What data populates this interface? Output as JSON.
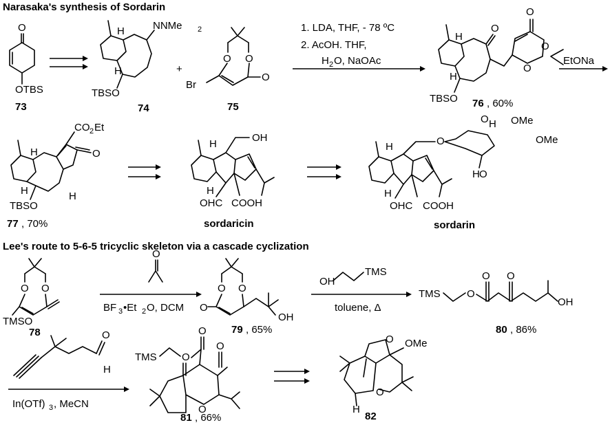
{
  "headings": {
    "narasaka": "Narasaka's synthesis of Sordarin",
    "lee": "Lee's route to 5-6-5 tricyclic skeleton via a cascade cyclization"
  },
  "compounds": {
    "c73": {
      "id": "73"
    },
    "c74": {
      "id": "74"
    },
    "c75": {
      "id": "75"
    },
    "c76": {
      "id": "76",
      "yield": ", 60%"
    },
    "c77": {
      "id": "77",
      "yield": ", 70%"
    },
    "sordaricin": {
      "name": "sordaricin"
    },
    "sordarin": {
      "name": "sordarin"
    },
    "c78": {
      "id": "78"
    },
    "c79": {
      "id": "79",
      "yield": ", 65%"
    },
    "c80": {
      "id": "80",
      "yield": ", 86%"
    },
    "c81": {
      "id": "81",
      "yield": ", 66%"
    },
    "c82": {
      "id": "82"
    }
  },
  "atoms": {
    "O": "O",
    "OTBS": "OTBS",
    "TBSO": "TBSO",
    "H": "H",
    "NNMe2": "NNMe",
    "sub2": "2",
    "Br": "Br",
    "plus": "+",
    "OH": "OH",
    "OMe": "OMe",
    "CO2Et": "CO",
    "Et": "Et",
    "OHC": "OHC",
    "COOH": "COOH",
    "TMSO": "TMSO",
    "TMS": "TMS"
  },
  "conditions": {
    "step1_line1": "1. LDA, THF, - 78 ºC",
    "step1_line2": "2. AcOH. THF,",
    "step1_line3": "H",
    "step1_line3b": "O, NaOAc",
    "step2": "EtONa",
    "lee1": "BF",
    "lee1b": "•Et",
    "lee1c": "O, DCM",
    "lee2": "toluene, Δ",
    "lee3": "In(OTf)",
    "lee3b": ", MeCN"
  }
}
